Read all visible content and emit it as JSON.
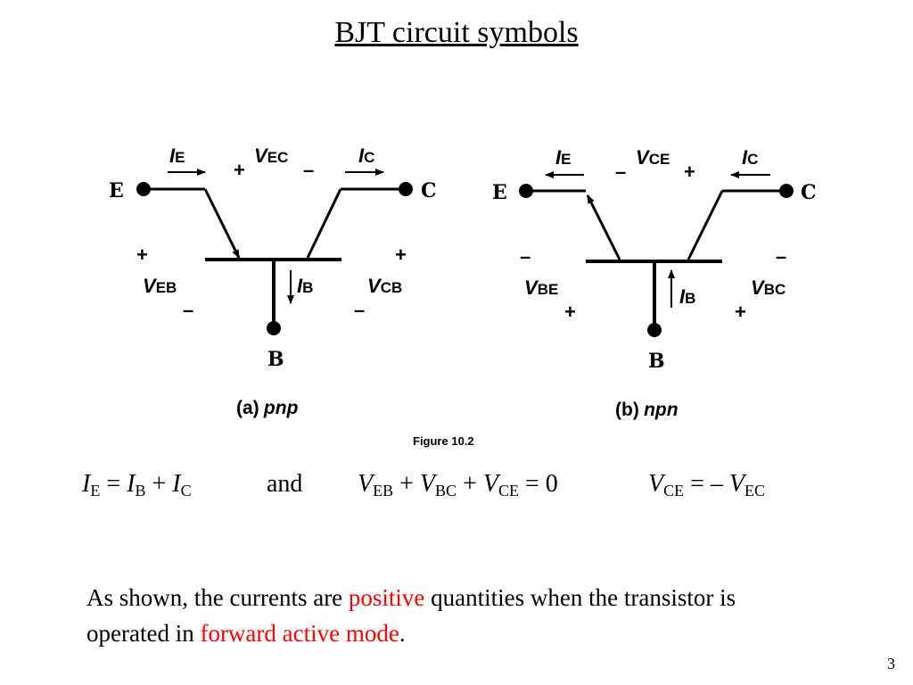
{
  "title": "BJT circuit symbols",
  "figure": {
    "pnp": {
      "terminal_E": "E",
      "terminal_C": "C",
      "terminal_B": "B",
      "I_E": {
        "main": "I",
        "sub": "E"
      },
      "I_C": {
        "main": "I",
        "sub": "C"
      },
      "I_B": {
        "main": "I",
        "sub": "B"
      },
      "V_top": {
        "main": "V",
        "sub": "EC"
      },
      "V_left": {
        "main": "V",
        "sub": "EB"
      },
      "V_right": {
        "main": "V",
        "sub": "CB"
      },
      "plus": "+",
      "minus": "–",
      "caption_letter": "(a)",
      "caption_type": "pnp"
    },
    "npn": {
      "terminal_E": "E",
      "terminal_C": "C",
      "terminal_B": "B",
      "I_E": {
        "main": "I",
        "sub": "E"
      },
      "I_C": {
        "main": "I",
        "sub": "C"
      },
      "I_B": {
        "main": "I",
        "sub": "B"
      },
      "V_top": {
        "main": "V",
        "sub": "CE"
      },
      "V_left": {
        "main": "V",
        "sub": "BE"
      },
      "V_right": {
        "main": "V",
        "sub": "BC"
      },
      "plus": "+",
      "minus": "–",
      "caption_letter": "(b)",
      "caption_type": "npn"
    },
    "figure_label": "Figure 10.2"
  },
  "equations": {
    "eq1": {
      "I": "I",
      "E": "E",
      "eq": " = ",
      "B": "B",
      "plus": " + ",
      "C": "C"
    },
    "and": "and",
    "eq2": {
      "V": "V",
      "EB": "EB",
      "plus": " + ",
      "BC": "BC",
      "CE": "CE",
      "eq0": " = 0"
    },
    "eq3": {
      "V": "V",
      "CE": "CE",
      "eq": " = – ",
      "EC": "EC"
    }
  },
  "note": {
    "part1": "As shown, the currents are ",
    "positive": "positive",
    "part2": " quantities when the transistor is operated in ",
    "fam": "forward active mode",
    "part3": "."
  },
  "page_number": "3",
  "colors": {
    "highlight": "#ff0000",
    "text": "#000000"
  }
}
